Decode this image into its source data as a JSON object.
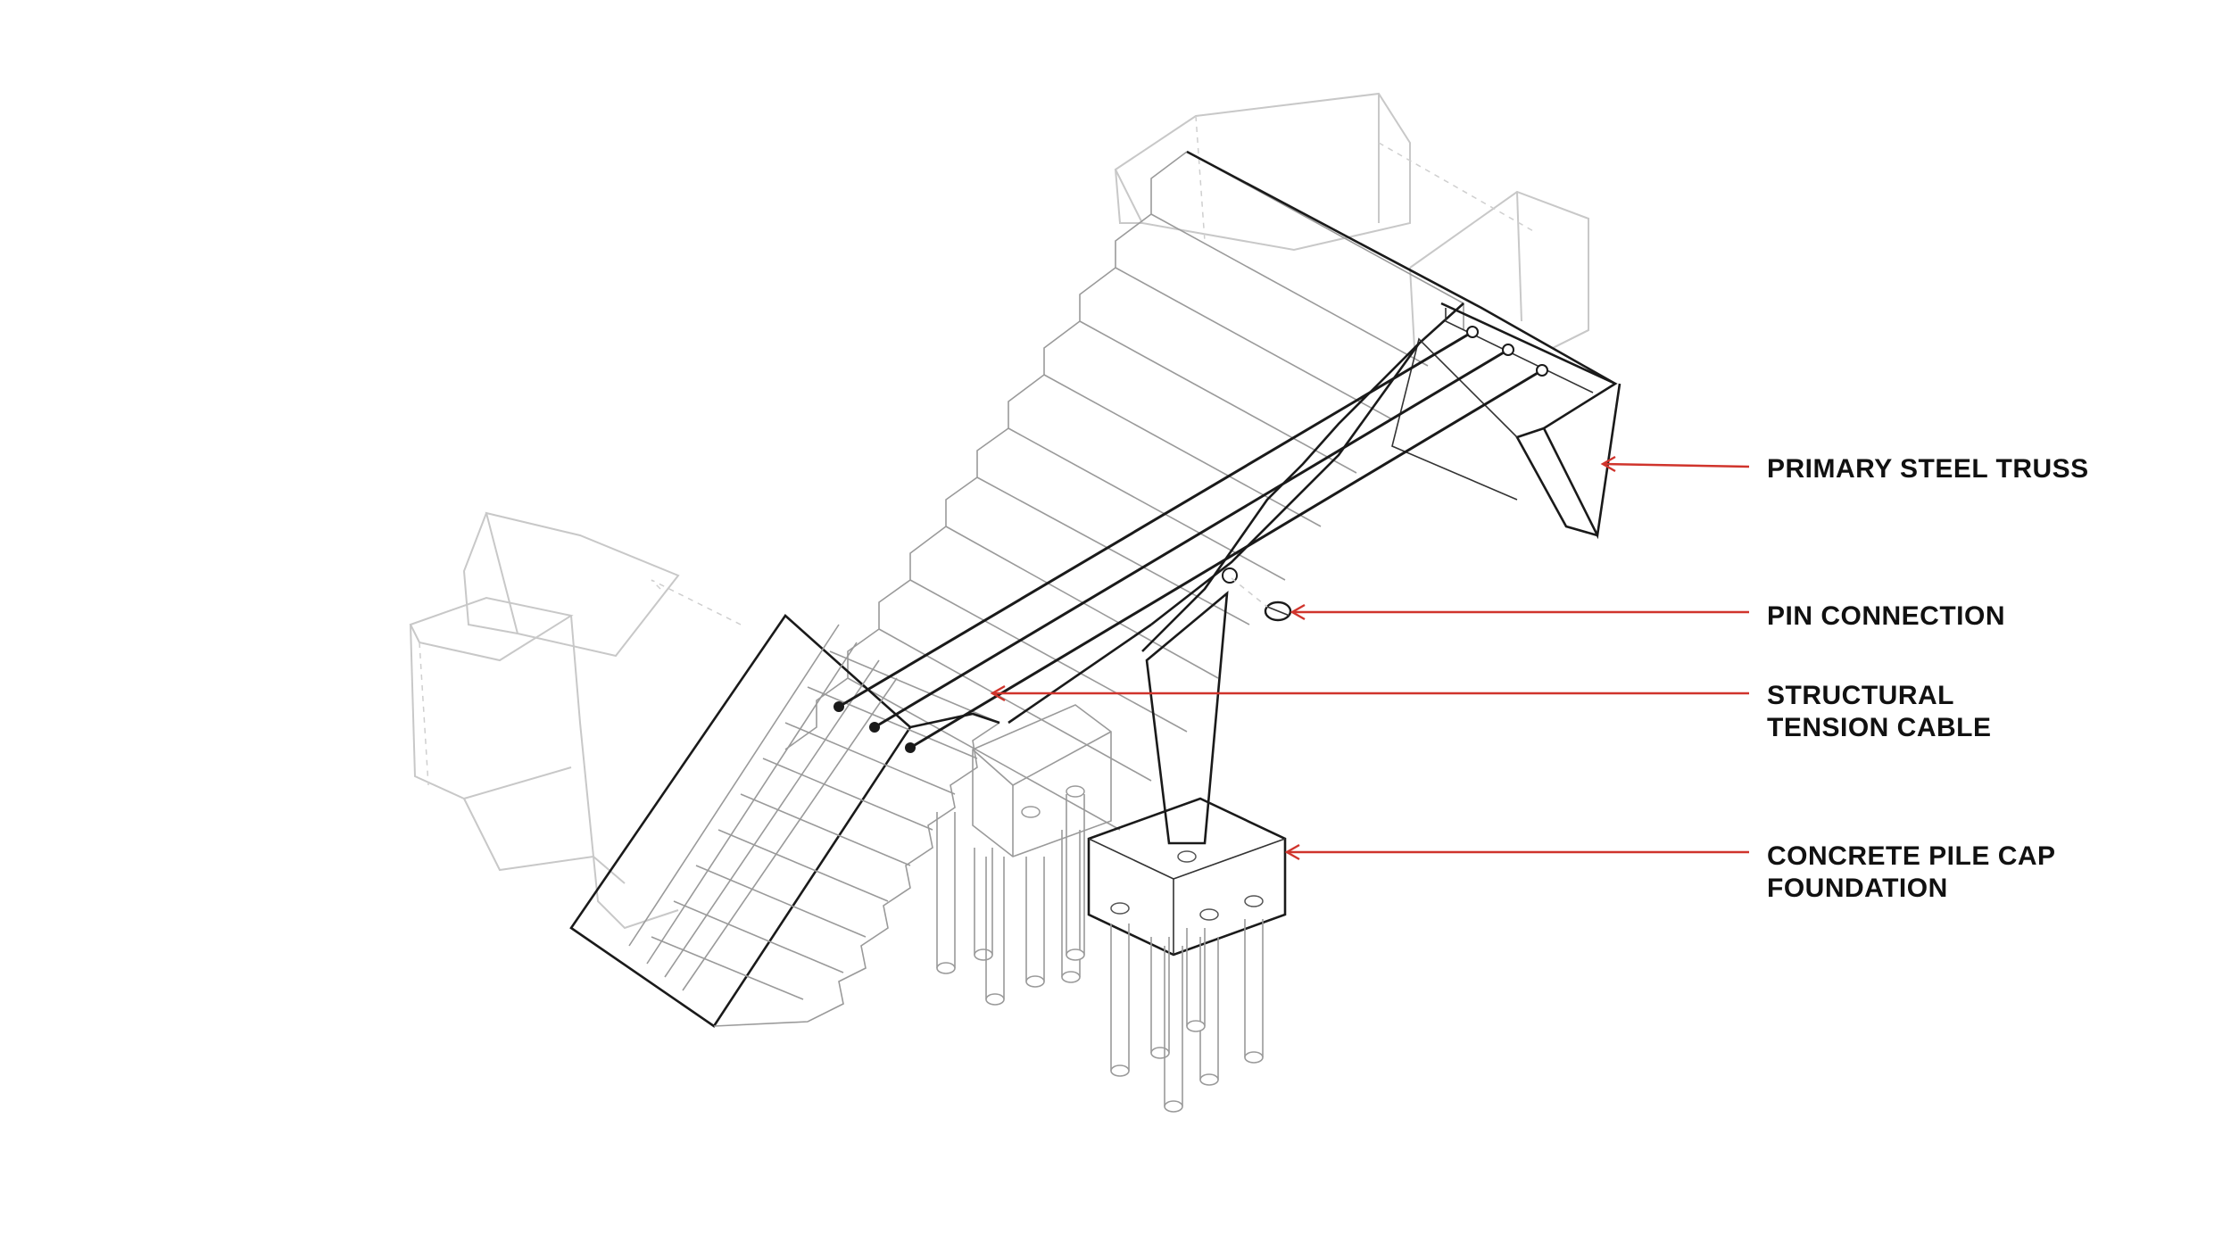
{
  "colors": {
    "leader": "#d0342c",
    "ink": "#1a1a1a",
    "ghost": "#c8c8c8"
  },
  "callouts": {
    "truss": {
      "lines": [
        "PRIMARY STEEL TRUSS"
      ]
    },
    "pin": {
      "lines": [
        "PIN CONNECTION"
      ]
    },
    "cable": {
      "lines": [
        "STRUCTURAL",
        "TENSION CABLE"
      ]
    },
    "pilecap": {
      "lines": [
        "CONCRETE PILE CAP",
        "FOUNDATION"
      ]
    }
  }
}
